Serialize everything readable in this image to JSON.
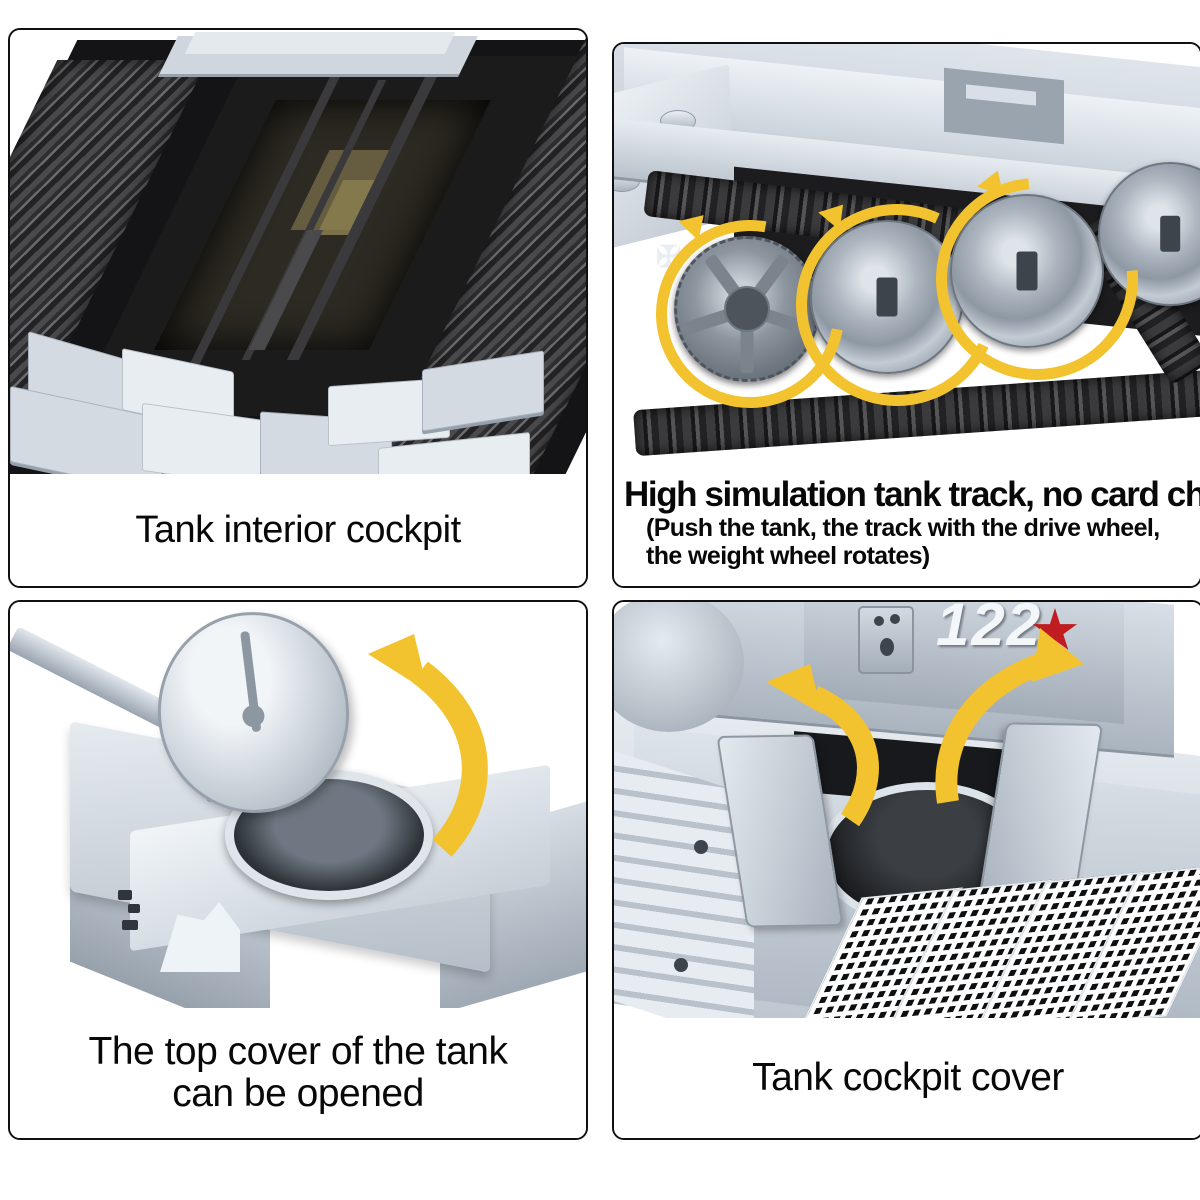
{
  "page": {
    "product": "Building block tank model feature infographic",
    "background_color": "#ffffff",
    "panel_border_color": "#101010",
    "accent_arrow_color": "#f2c32e",
    "star_color": "#c01c22",
    "body_gray": "#c9d0d8"
  },
  "panels": [
    {
      "id": "tank-interior-cockpit",
      "position": "top-left",
      "caption": "Tank interior cockpit",
      "subcaption": "",
      "scene": {
        "description": "Open hull top showing dark interior cavity",
        "elements": [
          "hull-opening",
          "interior-cavity",
          "light-gray-bricks",
          "left-track",
          "right-track",
          "hull-lid"
        ]
      }
    },
    {
      "id": "high-simulation-tank-track",
      "position": "top-right",
      "caption": "High simulation tank track, no card chain",
      "subcaption": "(Push the tank, the track with the drive wheel, the weight wheel rotates)",
      "scene": {
        "description": "Side view of running gear with rotation arrows",
        "elements": [
          "hull-fender",
          "drive-sprocket",
          "road-wheels",
          "track-links",
          "rotation-arrows",
          "german-cross-marking"
        ],
        "wheel_count": 4,
        "rotation_arrow_count": 4
      }
    },
    {
      "id": "tank-top-cover",
      "position": "bottom-left",
      "caption_line1": "The top cover of the tank",
      "caption_line2": "can be opened",
      "scene": {
        "description": "Turret with hinged circular hatch opened upward",
        "elements": [
          "turret",
          "gun-barrel",
          "mantlet",
          "round-hatch-lid",
          "hatch-opening",
          "hinge",
          "open-arrow"
        ],
        "arrow_count": 1
      }
    },
    {
      "id": "tank-cockpit-cover",
      "position": "bottom-right",
      "caption": "Tank cockpit cover",
      "subcaption": "",
      "scene": {
        "description": "Hull deck with twin cockpit doors opened outward",
        "elements": [
          "hull-deck",
          "left-door",
          "right-door",
          "cockpit-opening",
          "engine-grille",
          "turret-rear",
          "open-arrows"
        ],
        "arrow_count": 2,
        "turret_number": "122",
        "turret_insignia": "red-star",
        "grille_panel_count": 4
      }
    }
  ]
}
